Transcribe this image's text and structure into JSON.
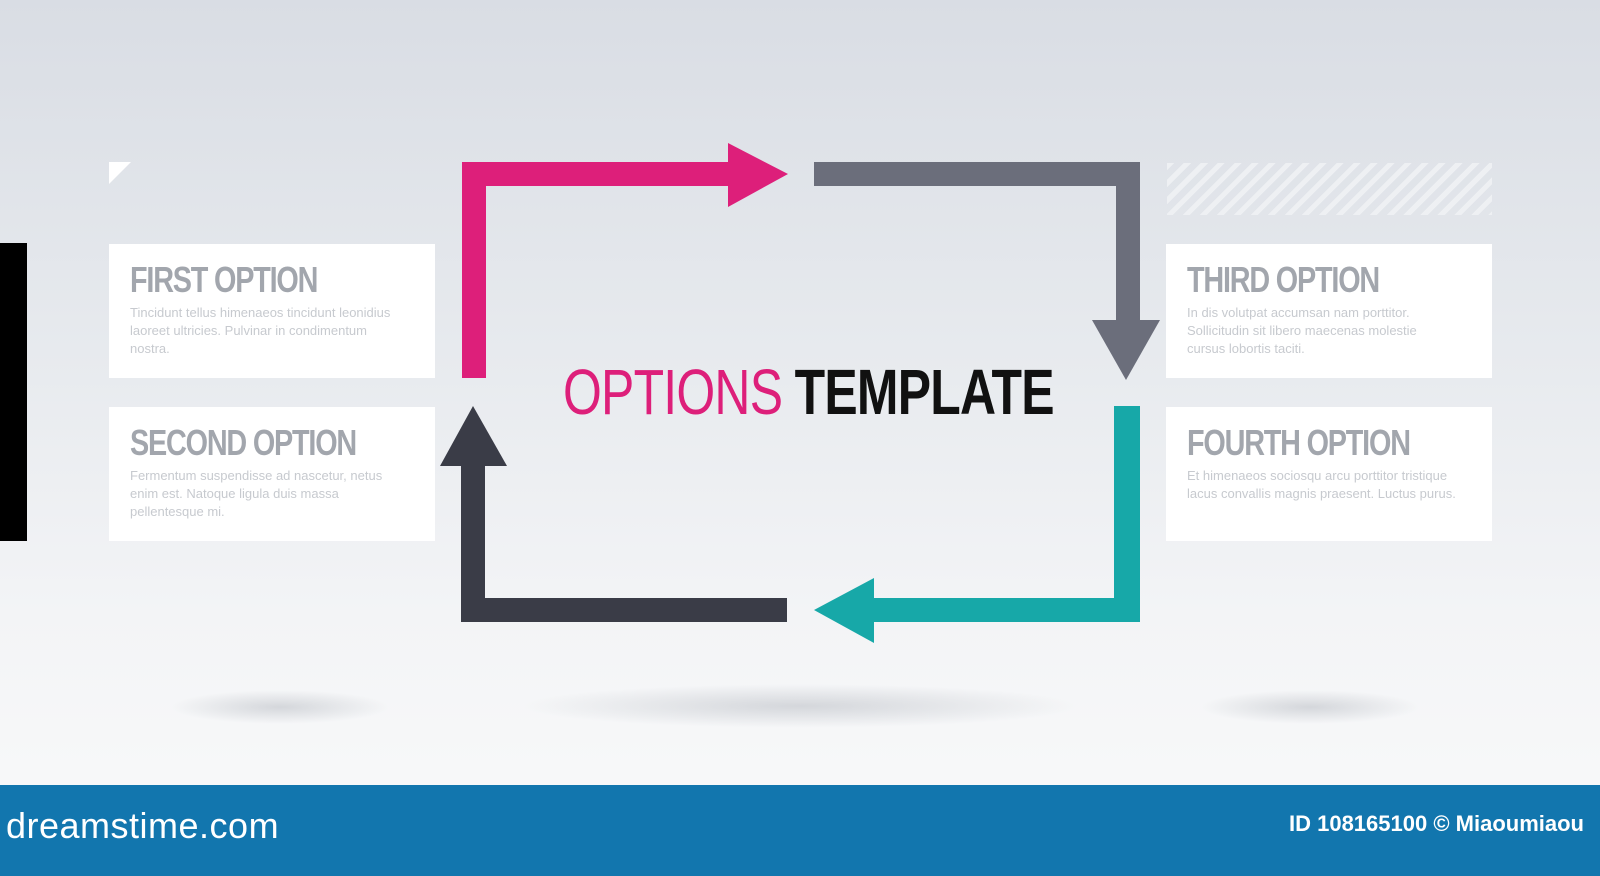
{
  "headline": {
    "light": "OPTIONS",
    "bold": "TEMPLATE"
  },
  "options": [
    {
      "title": "FIRST OPTION",
      "body": "Tincidunt tellus himenaeos tincidunt leonidius laoreet ultricies. Pulvinar in condimentum nostra."
    },
    {
      "title": "SECOND OPTION",
      "body": "Fermentum suspendisse ad nascetur, netus enim est. Natoque ligula duis massa pellentesque mi."
    },
    {
      "title": "THIRD OPTION",
      "body": "In dis volutpat accumsan nam porttitor. Sollicitudin sit libero maecenas molestie cursus lobortis taciti."
    },
    {
      "title": "FOURTH OPTION",
      "body": "Et himenaeos sociosqu arcu porttitor tristique lacus convallis magnis praesent. Luctus purus."
    }
  ],
  "arrow_colors": {
    "first": "#dd1f7a",
    "third": "#6b6e7b",
    "fourth": "#17a8a8",
    "second": "#3a3c47"
  },
  "footer": {
    "brand": "dreamstime.com",
    "id_text": "ID 108165100 © Miaoumiaou"
  }
}
